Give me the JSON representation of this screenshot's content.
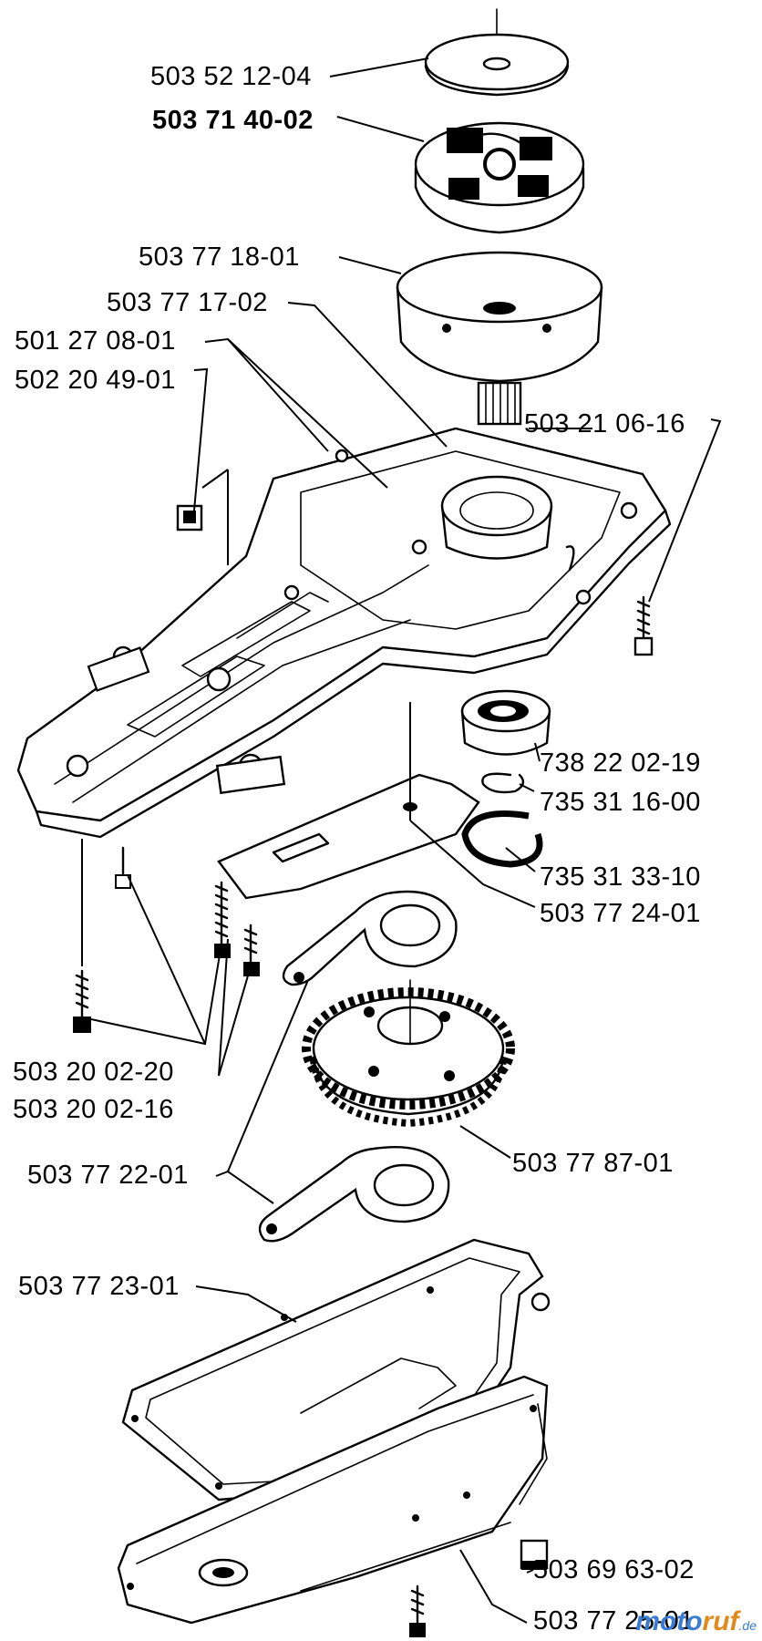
{
  "parts": {
    "p1": "503 52 12-04",
    "p2": "503 71 40-02",
    "p3": "503 77 18-01",
    "p4": "503 77 17-02",
    "p5": "501 27 08-01",
    "p6": "502 20 49-01",
    "p7": "503 21 06-16",
    "p8": "738 22 02-19",
    "p9": "735 31 16-00",
    "p10": "735 31 33-10",
    "p11": "503 77 24-01",
    "p12": "503 20 02-20",
    "p13": "503 20 02-16",
    "p14": "503 77 87-01",
    "p15": "503 77 22-01",
    "p16": "503 77 23-01",
    "p17": "503 69 63-02",
    "p18": "503 77 25-01"
  },
  "watermark": {
    "part1": "moto",
    "part2": "ruf",
    "suffix": ".de"
  }
}
